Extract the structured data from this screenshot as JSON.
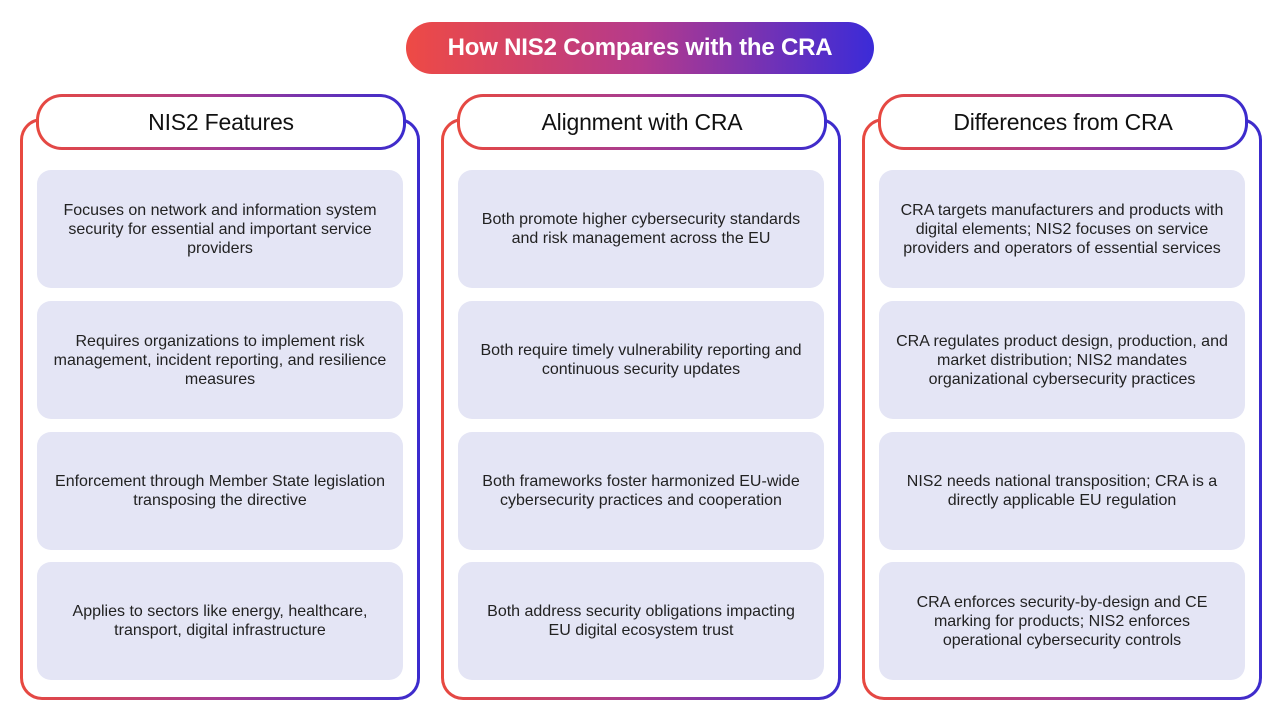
{
  "title": "How NIS2 Compares with the CRA",
  "columns": [
    {
      "header": "NIS2 Features",
      "items": [
        "Focuses on network and information system security for essential and important service providers",
        "Requires organizations to implement risk management, incident reporting, and resilience measures",
        "Enforcement through Member State legislation transposing the directive",
        "Applies to sectors like energy, healthcare, transport, digital infrastructure"
      ]
    },
    {
      "header": "Alignment with CRA",
      "items": [
        "Both promote higher cybersecurity standards and risk management across the EU",
        "Both require timely vulnerability reporting and continuous security updates",
        "Both frameworks foster harmonized EU-wide cybersecurity practices and cooperation",
        "Both address security obligations impacting EU digital ecosystem trust"
      ]
    },
    {
      "header": "Differences from CRA",
      "items": [
        "CRA targets manufacturers and products with digital elements; NIS2 focuses on service providers and operators of essential services",
        "CRA regulates product design, production, and market distribution; NIS2 mandates organizational cybersecurity practices",
        "NIS2 needs national transposition; CRA is a directly applicable EU regulation",
        "CRA enforces security-by-design and CE marking for products; NIS2 enforces operational cybersecurity controls"
      ]
    }
  ],
  "colors": {
    "gradient_start": "#ee4a45",
    "gradient_mid": "#b53a8c",
    "gradient_end": "#3b2bd8",
    "card_background": "#e4e5f5"
  }
}
